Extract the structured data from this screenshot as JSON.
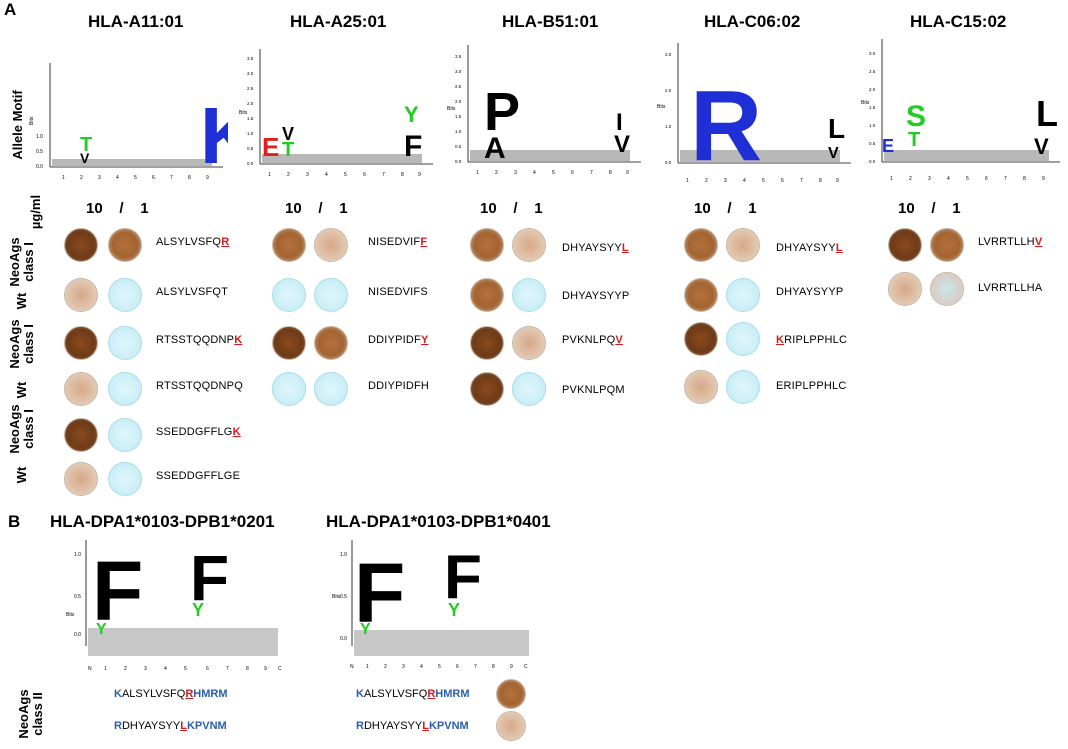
{
  "panel_a": {
    "letter": "A",
    "alleles": [
      "HLA-A11:01",
      "HLA-A25:01",
      "HLA-B51:01",
      "HLA-C06:02",
      "HLA-C15:02"
    ],
    "row_labels": {
      "allele_motif": "Allele Motif",
      "conc_unit": "µg/ml",
      "neoags_class_i": "NeoAgs class I",
      "wt": "Wt"
    },
    "concentrations": {
      "high": "10",
      "sep": "/",
      "low": "1"
    },
    "bits_label": "Bits",
    "x_ticks": [
      "1",
      "2",
      "3",
      "4",
      "5",
      "6",
      "7",
      "8",
      "9"
    ],
    "y_ticks_small": [
      "0.0",
      "0.5",
      "1.0"
    ],
    "y_ticks_a25": [
      "0.0",
      "0.5",
      "1.0",
      "1.5",
      "2.0",
      "2.5",
      "3.0",
      "3.5"
    ],
    "y_ticks_b51": [
      "0.0",
      "0.5",
      "1.0",
      "1.5",
      "2.0",
      "2.5",
      "3.0",
      "3.5"
    ],
    "y_ticks_c06": [
      "0.0",
      "1.0",
      "2.0",
      "3.0"
    ],
    "y_ticks_c15": [
      "0.0",
      "0.5",
      "1.0",
      "1.5",
      "2.0",
      "2.5",
      "3.0"
    ],
    "peptides": {
      "a11": [
        {
          "base": "ALSYLVSFQ",
          "mut": "R",
          "tail": ""
        },
        {
          "base": "ALSYLVSFQT",
          "mut": "",
          "tail": ""
        },
        {
          "base": "RTSSTQQDNP",
          "mut": "K",
          "tail": ""
        },
        {
          "base": "RTSSTQQDNPQ",
          "mut": "",
          "tail": ""
        },
        {
          "base": "SSEDDGFFLG",
          "mut": "K",
          "tail": ""
        },
        {
          "base": "SSEDDGFFLGE",
          "mut": "",
          "tail": ""
        }
      ],
      "a25": [
        {
          "base": "NISEDVIF",
          "mut": "F",
          "tail": ""
        },
        {
          "base": "NISEDVIFS",
          "mut": "",
          "tail": ""
        },
        {
          "base": "DDIYPIDF",
          "mut": "Y",
          "tail": ""
        },
        {
          "base": "DDIYPIDFH",
          "mut": "",
          "tail": ""
        }
      ],
      "b51": [
        {
          "base": "DHYAYSYY",
          "mut": "L",
          "tail": ""
        },
        {
          "base": "DHYAYSYYP",
          "mut": "",
          "tail": ""
        },
        {
          "base": "PVKNLPQ",
          "mut": "V",
          "tail": ""
        },
        {
          "base": "PVKNLPQM",
          "mut": "",
          "tail": ""
        }
      ],
      "c06": [
        {
          "base": "DHYAYSYY",
          "mut": "L",
          "tail": ""
        },
        {
          "base": "DHYAYSYYP",
          "mut": "",
          "tail": ""
        },
        {
          "base": "",
          "mut": "K",
          "tail": "RIPLPPHLC"
        },
        {
          "base": "ERIPLPPHLC",
          "mut": "",
          "tail": ""
        }
      ],
      "c15": [
        {
          "base": "LVRRTLLH",
          "mut": "V",
          "tail": ""
        },
        {
          "base": "LVRRTLLHA",
          "mut": "",
          "tail": ""
        }
      ]
    }
  },
  "panel_b": {
    "letter": "B",
    "alleles": [
      "HLA-DPA1*0103-DPB1*0201",
      "HLA-DPA1*0103-DPB1*0401"
    ],
    "row_label": "NeoAgs class II",
    "bits_label": "Bits",
    "x_ticks": [
      "N",
      "1",
      "2",
      "3",
      "4",
      "5",
      "6",
      "7",
      "8",
      "9",
      "C"
    ],
    "y_ticks": [
      "0.0",
      "0.5",
      "1.0"
    ],
    "peptides": [
      {
        "pre": "K",
        "mid": "ALSYLVSFQ",
        "mut": "R",
        "post": "HMRM"
      },
      {
        "pre": "R",
        "mid": "DHYAYSYY",
        "mut": "L",
        "post": "KPVNM"
      }
    ]
  },
  "colors": {
    "mutation": "#d7191c",
    "flank": "#2a5db0",
    "logo_blue": "#1f2fd6",
    "logo_green": "#22cc22",
    "logo_red": "#e0201c"
  }
}
